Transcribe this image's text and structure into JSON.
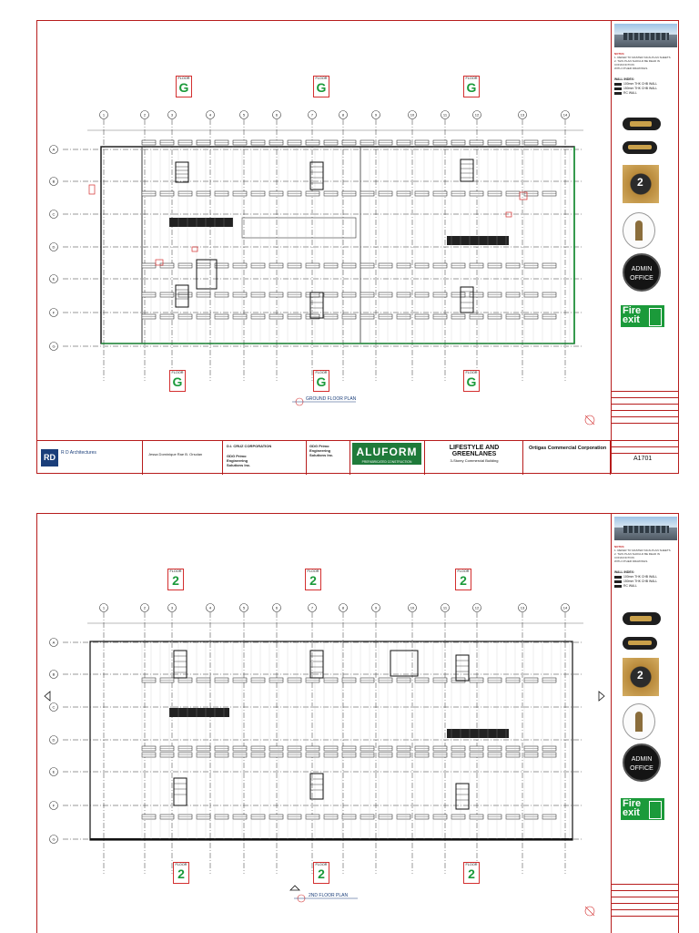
{
  "sheets": [
    {
      "plan_title": "GROUND FLOOR PLAN",
      "floor_label": "FLOOR",
      "floor_number": "G",
      "sheet_no": "A1701"
    },
    {
      "plan_title": "2ND FLOOR PLAN",
      "floor_label": "FLOOR",
      "floor_number": "2"
    }
  ],
  "grid": {
    "columns": [
      "1",
      "2",
      "3",
      "4",
      "5",
      "6",
      "7",
      "8",
      "9",
      "10",
      "11",
      "12",
      "13",
      "14"
    ],
    "rows": [
      "A",
      "B",
      "C",
      "D",
      "E",
      "F",
      "G"
    ]
  },
  "sidebar": {
    "notes_heading": "NOTES:",
    "notes_lines": [
      "1. REFER TO MASTER SIGN-PLAN SHEETS",
      "2. THIS PLAN SHOULD BE READ IN CONJUNCTION",
      "WITH OTHER DRAWINGS."
    ],
    "wall_index_title": "WALL INDEX:",
    "wall_index_items": [
      "100mm THK CHB WALL",
      "150mm THK CHB WALL",
      "RC WALL"
    ],
    "sign_admin": "ADMIN OFFICE",
    "sign_fire_1": "Fire",
    "sign_fire_2": "exit",
    "sign_number": "2"
  },
  "titleblock": {
    "firm": "R D Architectures",
    "firm_logo": "RD",
    "architect": "Jessa Dominique Rae B. Orsolan",
    "contractor_1": "D.I. CRUZ CORPORATION",
    "contractor_2": "GDG Primo Engineering Solutions Inc.",
    "contractor_3": "GDG Primo Engineering Solutions Inc.",
    "aluform": "ALUFORM",
    "aluform_sub": "PREFABRICATED CONSTRUCTION",
    "project_line1": "LIFESTYLE AND",
    "project_line2": "GREENLANES",
    "project_sub": "3-Storey Commercial Building",
    "client": "Ortigas Commercial Corporation",
    "sheet_no": "A1701"
  }
}
